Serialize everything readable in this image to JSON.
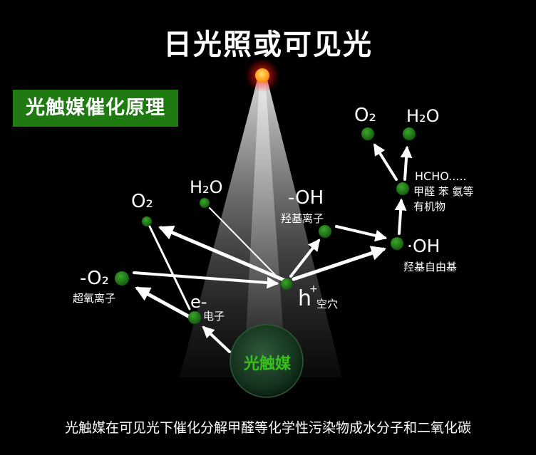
{
  "title": "日光照或可见光",
  "badge": "光触媒催化原理",
  "catalyst": "光触媒",
  "nodes": {
    "o2_left": "O₂",
    "h2o_left": "H₂O",
    "oh_minus": "-OH",
    "oh_minus_desc": "羟基离子",
    "superoxide": "-O₂",
    "superoxide_desc": "超氧离子",
    "electron": "e-",
    "electron_desc": "电子",
    "hole": "h",
    "hole_sup": "+",
    "hole_desc": "空穴",
    "radical": "·OH",
    "radical_desc": "羟基自由基",
    "pollutant_formula": "HCHO.....",
    "pollutant_line1": "甲醛 苯 氨等",
    "pollutant_line2": "有机物",
    "o2_top": "O₂",
    "h2o_top": "H₂O"
  },
  "caption": "光触媒在可见光下催化分解甲醛等化学性污染物成水分子和二氧化碳",
  "colors": {
    "background": "#000000",
    "badge": "#1f7a12",
    "node": "#1e7a16",
    "arrow": "#ffffff",
    "light_source": "#ffb000"
  }
}
